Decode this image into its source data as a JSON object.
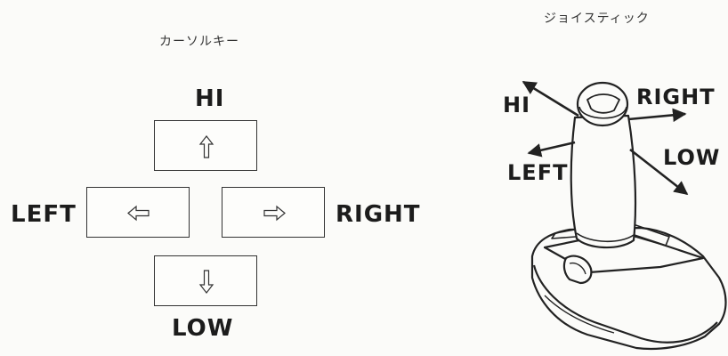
{
  "cursor_keys": {
    "title": "カーソルキー",
    "labels": {
      "hi": "HI",
      "left": "LEFT",
      "right": "RIGHT",
      "low": "LOW"
    }
  },
  "joystick": {
    "title": "ジョイスティック",
    "labels": {
      "hi": "HI",
      "left": "LEFT",
      "right": "RIGHT",
      "low": "LOW"
    }
  }
}
